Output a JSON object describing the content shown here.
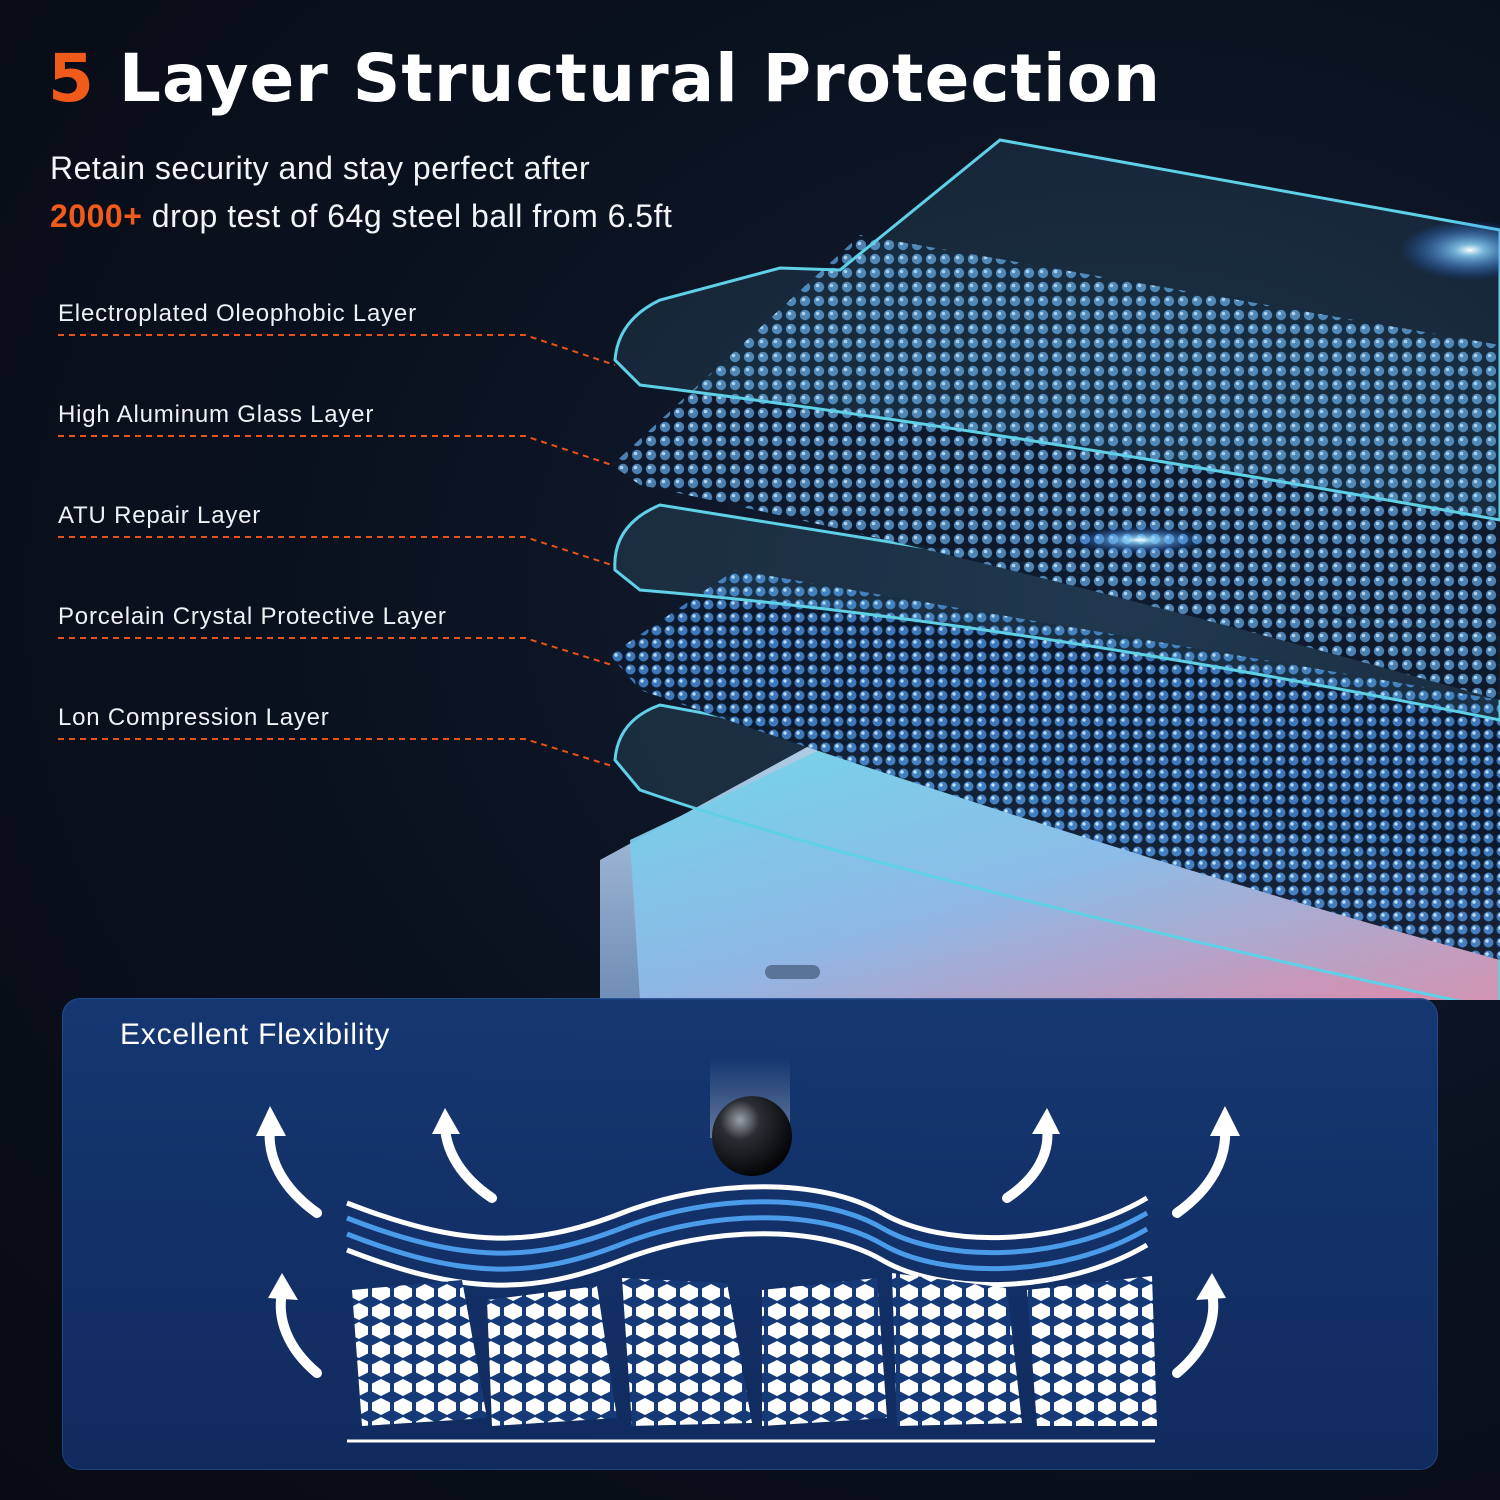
{
  "header": {
    "number": "5",
    "title": "Layer Structural Protection",
    "subtitle_line1": "Retain security and stay perfect after",
    "subtitle_highlight": "2000+",
    "subtitle_line2": "drop test of 64g steel ball from 6.5ft"
  },
  "layers": [
    "Electroplated Oleophobic Layer",
    "High Aluminum Glass Layer",
    "ATU Repair Layer",
    "Porcelain Crystal Protective Layer",
    "Lon Compression Layer"
  ],
  "panel": {
    "title": "Excellent Flexibility"
  },
  "colors": {
    "accent": "#f05a1a",
    "glass_edge": "#5fd0e6",
    "mesh": "#5a8fbf",
    "panel": "#163a78"
  }
}
